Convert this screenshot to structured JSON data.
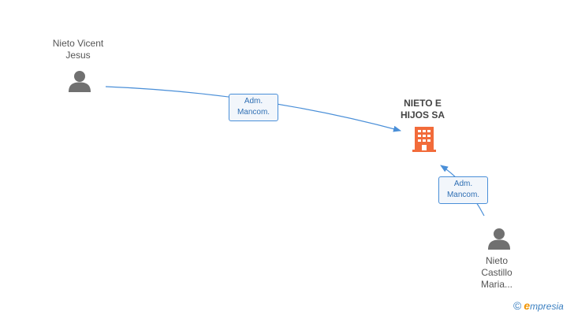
{
  "nodes": {
    "person1": {
      "name_line1": "Nieto Vicent",
      "name_line2": "Jesus"
    },
    "company": {
      "name_line1": "NIETO E",
      "name_line2": "HIJOS SA"
    },
    "person2": {
      "name_line1": "Nieto",
      "name_line2": "Castillo",
      "name_line3": "Maria..."
    }
  },
  "edges": {
    "edge1": {
      "line1": "Adm.",
      "line2": "Mancom."
    },
    "edge2": {
      "line1": "Adm.",
      "line2": "Mancom."
    }
  },
  "brand": {
    "copyright": "©",
    "e_letter": "e",
    "name_rest": "mpresia"
  },
  "colors": {
    "link": "#4a8fd8",
    "company_icon": "#f26b3a",
    "person_icon": "#707070"
  }
}
